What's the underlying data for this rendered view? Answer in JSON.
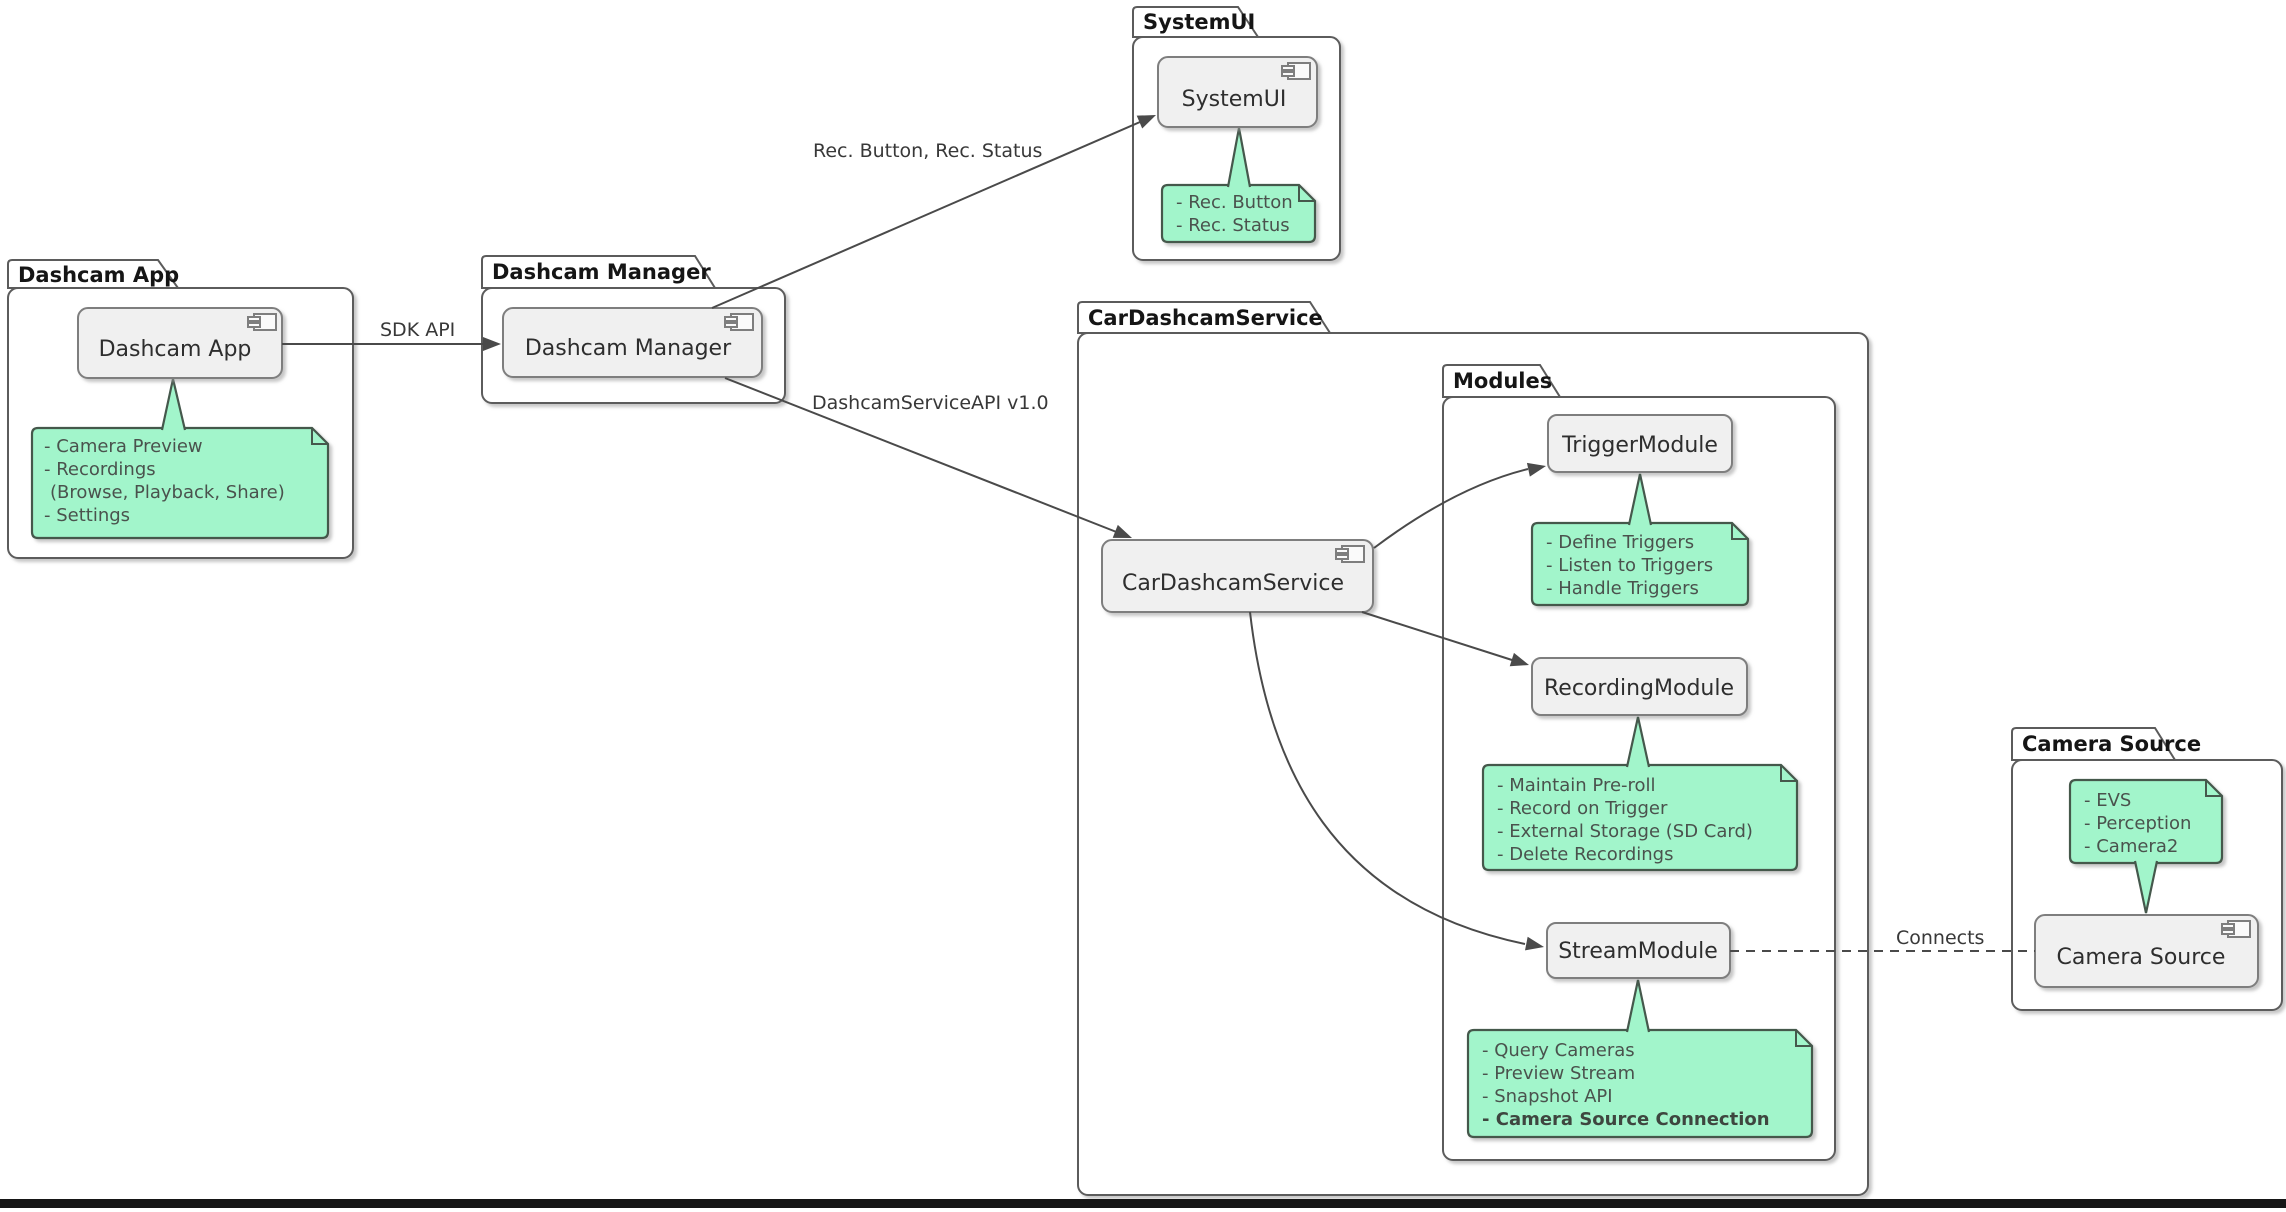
{
  "colors": {
    "note_fill": "#A2F5CB",
    "note_border": "#45584C",
    "component_fill": "#F0F0F0",
    "component_border": "#7E7E7E",
    "package_border": "#5B5B5B",
    "edge_line": "#4A4A4A",
    "bottom_bar": "#161616"
  },
  "packages": {
    "dashcam_app": {
      "title": "Dashcam App"
    },
    "dashcam_manager": {
      "title": "Dashcam Manager"
    },
    "systemui": {
      "title": "SystemUI"
    },
    "car_dashcam_service": {
      "title": "CarDashcamService"
    },
    "modules": {
      "title": "Modules"
    },
    "camera_source": {
      "title": "Camera Source"
    }
  },
  "components": {
    "dashcam_app": {
      "label": "Dashcam App"
    },
    "dashcam_manager": {
      "label": "Dashcam Manager"
    },
    "systemui": {
      "label": "SystemUI"
    },
    "car_dashcam_service": {
      "label": "CarDashcamService"
    },
    "trigger_module": {
      "label": "TriggerModule"
    },
    "recording_module": {
      "label": "RecordingModule"
    },
    "stream_module": {
      "label": "StreamModule"
    },
    "camera_source": {
      "label": "Camera Source"
    }
  },
  "notes": {
    "dashcam_app": {
      "lines": [
        "- Camera Preview",
        "- Recordings",
        "(Browse, Playback, Share)",
        "- Settings"
      ]
    },
    "systemui": {
      "lines": [
        "- Rec. Button",
        "- Rec. Status"
      ]
    },
    "trigger_module": {
      "lines": [
        "- Define Triggers",
        "- Listen to Triggers",
        "- Handle Triggers"
      ]
    },
    "recording_module": {
      "lines": [
        "- Maintain Pre-roll",
        "- Record on Trigger",
        "- External Storage (SD Card)",
        "- Delete Recordings"
      ]
    },
    "stream_module": {
      "lines": [
        "- Query Cameras",
        "- Preview Stream",
        "- Snapshot API",
        "- Camera Source Connection"
      ]
    },
    "camera_source": {
      "lines": [
        "- EVS",
        "- Perception",
        "- Camera2"
      ]
    }
  },
  "edges": {
    "sdk_api": {
      "label": "SDK API"
    },
    "rec_button_status": {
      "label": "Rec. Button, Rec. Status"
    },
    "dashcam_service_api": {
      "label": "DashcamServiceAPI v1.0"
    },
    "connects": {
      "label": "Connects"
    }
  }
}
